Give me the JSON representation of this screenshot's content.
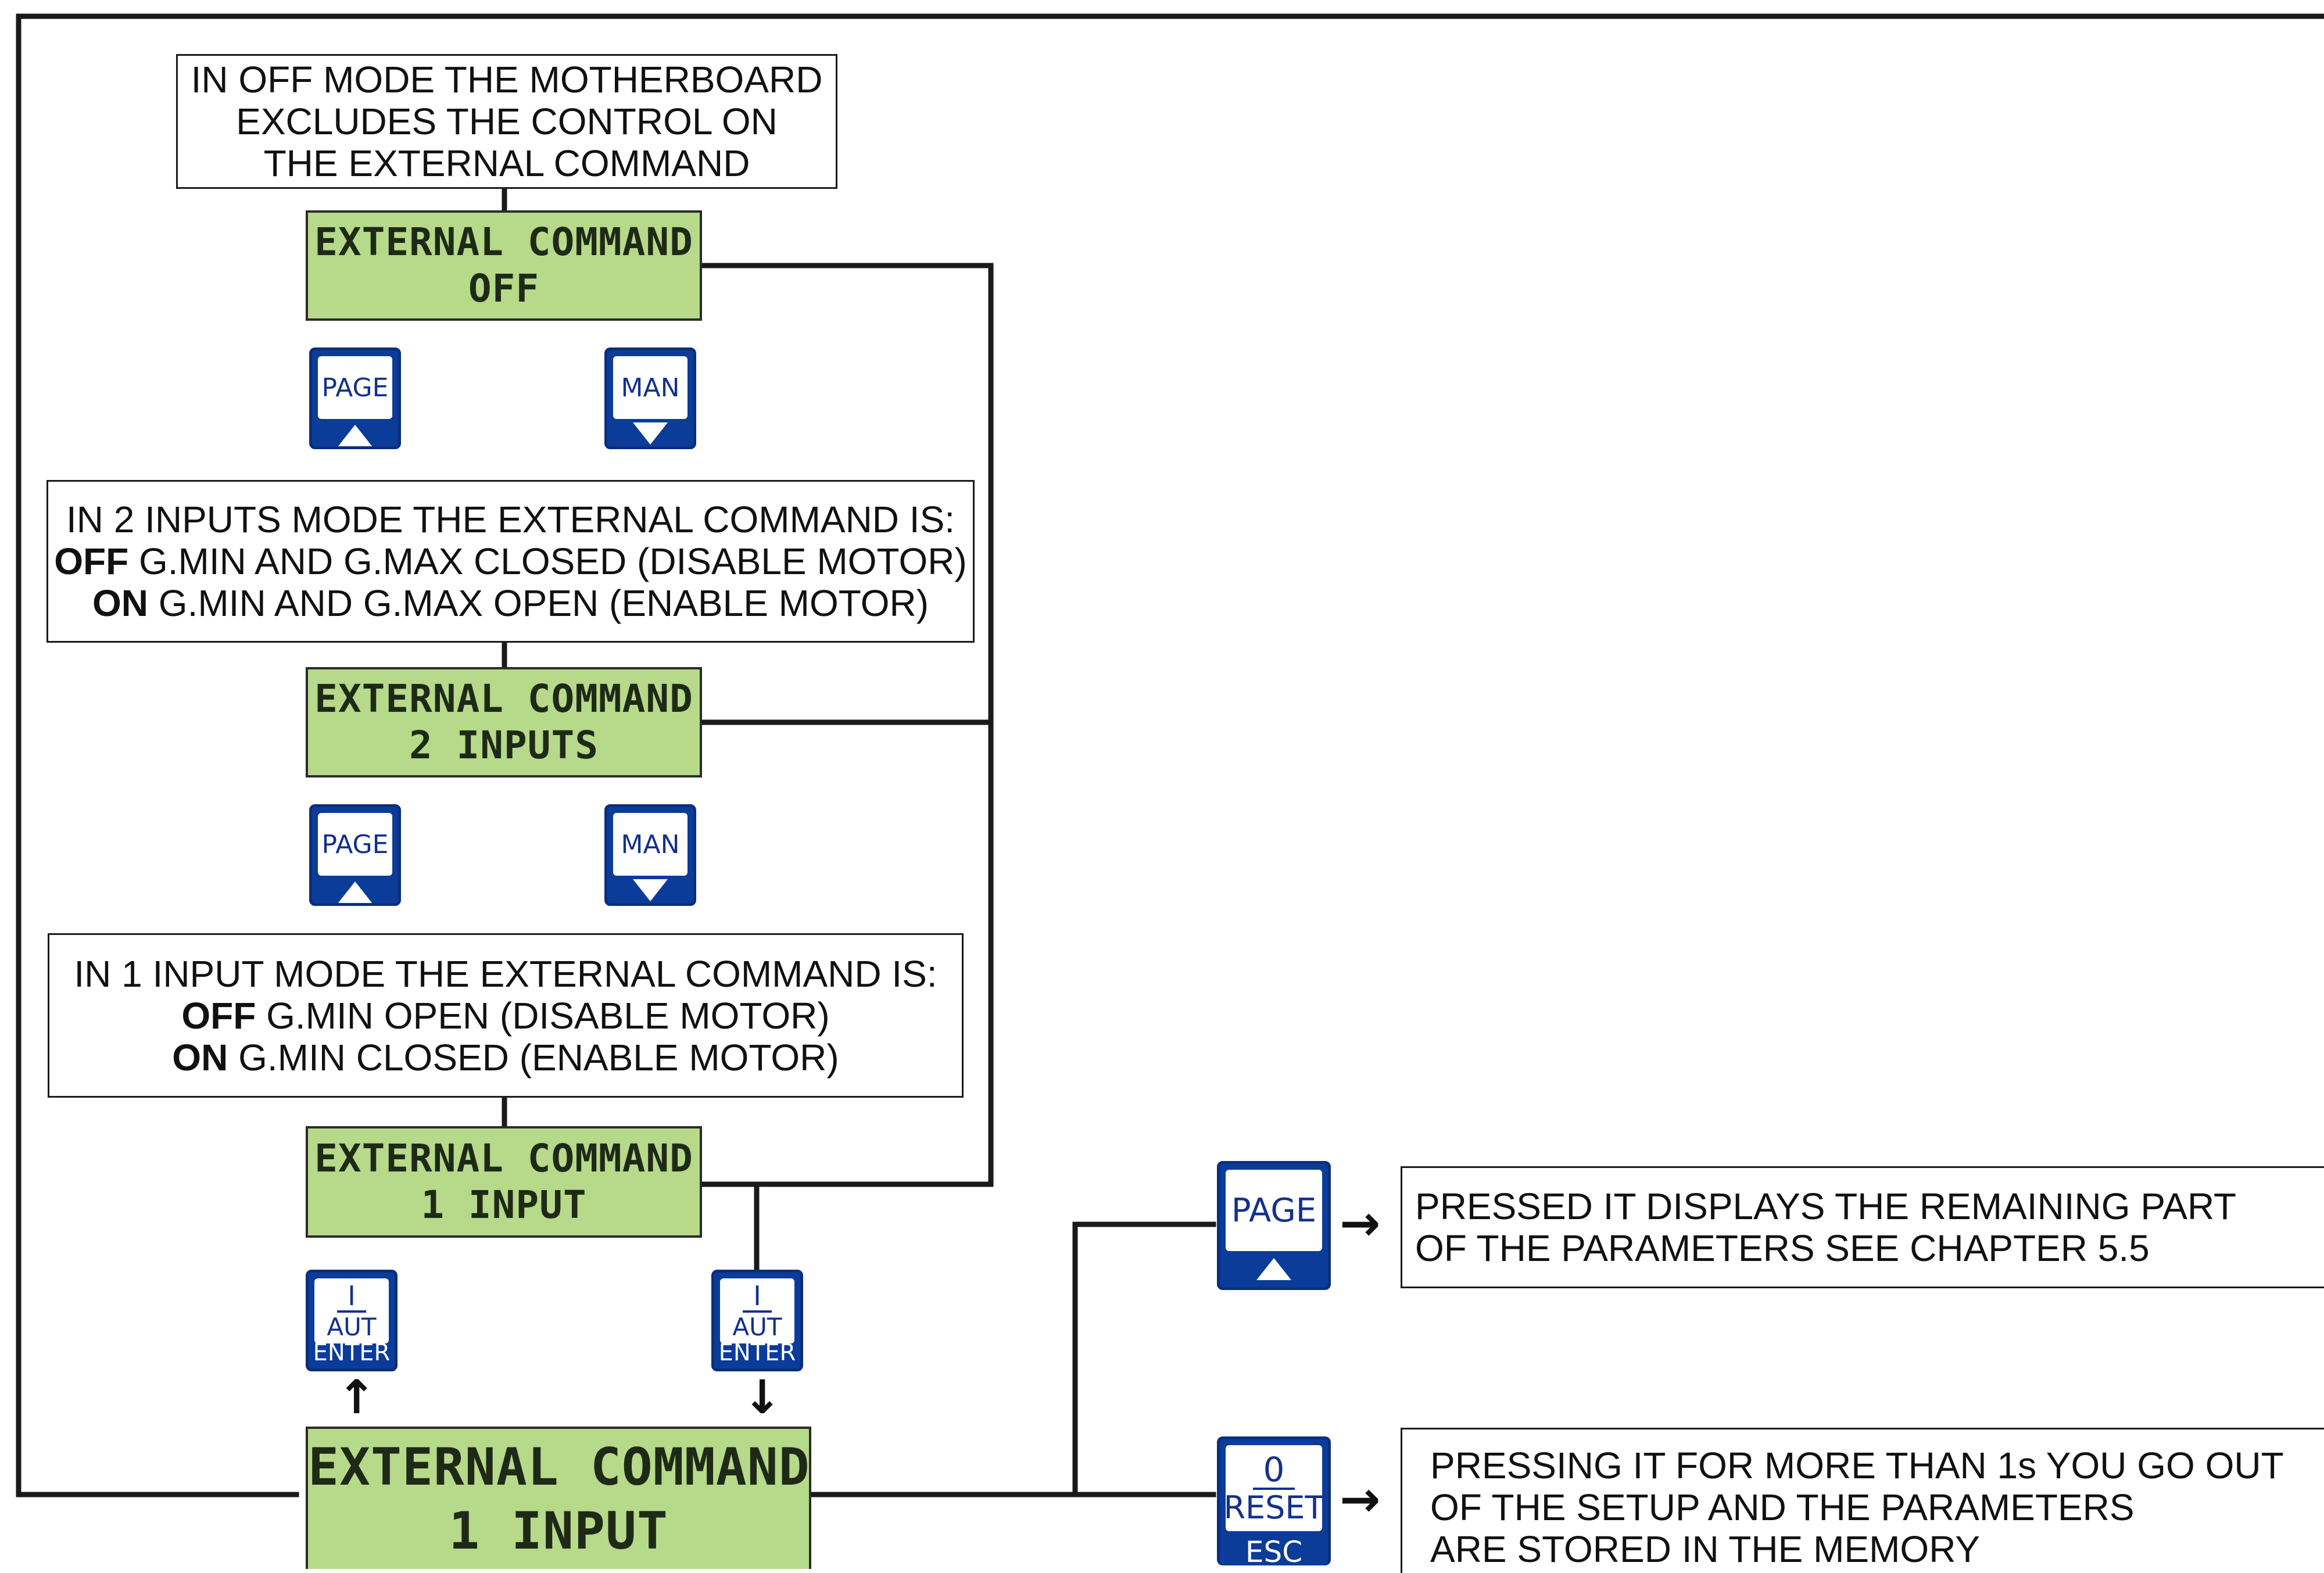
{
  "notes": {
    "off_mode": [
      "IN OFF MODE THE MOTHERBOARD",
      "EXCLUDES THE CONTROL ON",
      "THE EXTERNAL COMMAND"
    ],
    "two_inputs": {
      "line1": "IN 2 INPUTS MODE THE EXTERNAL COMMAND IS:",
      "off_key": "OFF",
      "off_text": " G.MIN AND G.MAX CLOSED (DISABLE MOTOR)",
      "on_key": "ON",
      "on_text": " G.MIN AND G.MAX OPEN (ENABLE MOTOR)"
    },
    "one_input": {
      "line1": "IN 1 INPUT MODE THE EXTERNAL COMMAND IS:",
      "off_key": "OFF",
      "off_text": " G.MIN OPEN (DISABLE MOTOR)",
      "on_key": "ON",
      "on_text": " G.MIN CLOSED (ENABLE MOTOR)"
    },
    "page_desc": [
      "PRESSED IT DISPLAYS THE REMAINING PART",
      "OF THE PARAMETERS  SEE CHAPTER 5.5"
    ],
    "reset_desc": [
      "PRESSING IT FOR MORE THAN 1s YOU GO OUT",
      "OF THE SETUP AND THE PARAMETERS",
      "ARE STORED IN THE MEMORY"
    ]
  },
  "displays": {
    "off": [
      "EXTERNAL COMMAND",
      "OFF"
    ],
    "two_inputs": [
      "EXTERNAL COMMAND",
      "2 INPUTS"
    ],
    "one_input": [
      "EXTERNAL COMMAND",
      "1 INPUT"
    ],
    "main": [
      "EXTERNAL COMMAND",
      "1 INPUT"
    ]
  },
  "keys": {
    "page": "PAGE",
    "man": "MAN",
    "enter_top": "I",
    "enter_mid": "AUT",
    "enter_foot": "ENTER",
    "esc_top": "0",
    "esc_mid": "RESET",
    "esc_foot": "ESC"
  },
  "colors": {
    "lcd_background": "#b6d98a",
    "key_blue": "#0c3c9a"
  },
  "icons": [
    "up-triangle-icon",
    "down-triangle-icon",
    "right-arrow-icon",
    "up-arrow-icon",
    "down-arrow-icon"
  ]
}
